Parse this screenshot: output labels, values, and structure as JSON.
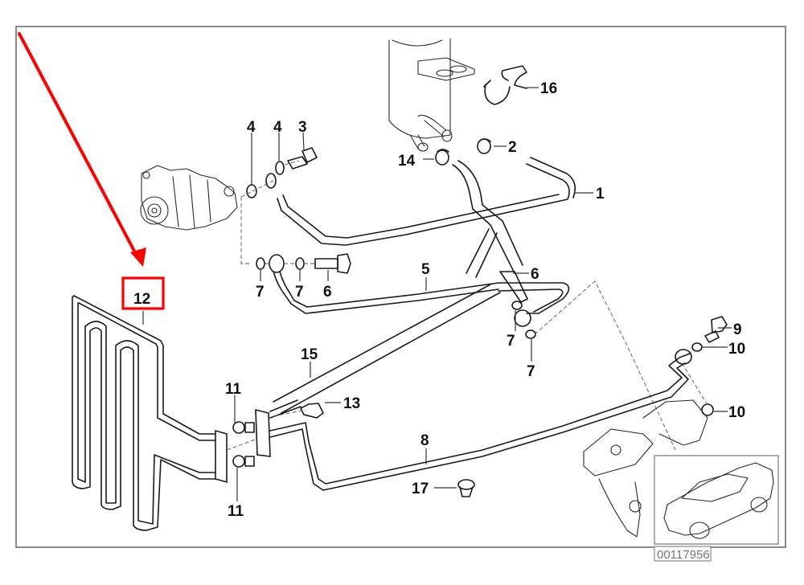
{
  "diagram": {
    "title": "Power steering oil cooler / hydraulic lines exploded parts diagram",
    "reference_number": "00117956",
    "highlight": {
      "part": "12",
      "color": "#ff0000",
      "annotation": "red-arrow-pointing-to-boxed-callout"
    },
    "callouts": [
      {
        "id": "c1",
        "label": "1",
        "part": "Suction hose (reservoir to pump)"
      },
      {
        "id": "c2",
        "label": "2",
        "part": "Hose clamp"
      },
      {
        "id": "c3",
        "label": "3",
        "part": "Banjo bolt"
      },
      {
        "id": "c4a",
        "label": "4",
        "part": "Seal ring"
      },
      {
        "id": "c4b",
        "label": "4",
        "part": "Seal ring"
      },
      {
        "id": "c5",
        "label": "5",
        "part": "Pressure line"
      },
      {
        "id": "c6a",
        "label": "6",
        "part": "Banjo bolt"
      },
      {
        "id": "c6b",
        "label": "6",
        "part": "Banjo bolt"
      },
      {
        "id": "c7a",
        "label": "7",
        "part": "Seal ring"
      },
      {
        "id": "c7b",
        "label": "7",
        "part": "Seal ring"
      },
      {
        "id": "c7c",
        "label": "7",
        "part": "Seal ring"
      },
      {
        "id": "c7d",
        "label": "7",
        "part": "Seal ring"
      },
      {
        "id": "c8",
        "label": "8",
        "part": "Return line"
      },
      {
        "id": "c9",
        "label": "9",
        "part": "Banjo bolt"
      },
      {
        "id": "c10a",
        "label": "10",
        "part": "Seal ring"
      },
      {
        "id": "c10b",
        "label": "10",
        "part": "Seal ring"
      },
      {
        "id": "c11a",
        "label": "11",
        "part": "O-ring"
      },
      {
        "id": "c11b",
        "label": "11",
        "part": "O-ring"
      },
      {
        "id": "c12",
        "label": "12",
        "part": "Oil cooler coil"
      },
      {
        "id": "c13",
        "label": "13",
        "part": "Bolt"
      },
      {
        "id": "c14",
        "label": "14",
        "part": "Hose clamp"
      },
      {
        "id": "c15",
        "label": "15",
        "part": "Return line to reservoir"
      },
      {
        "id": "c16",
        "label": "16",
        "part": "Holder"
      },
      {
        "id": "c17",
        "label": "17",
        "part": "Expanding rivet"
      }
    ]
  }
}
